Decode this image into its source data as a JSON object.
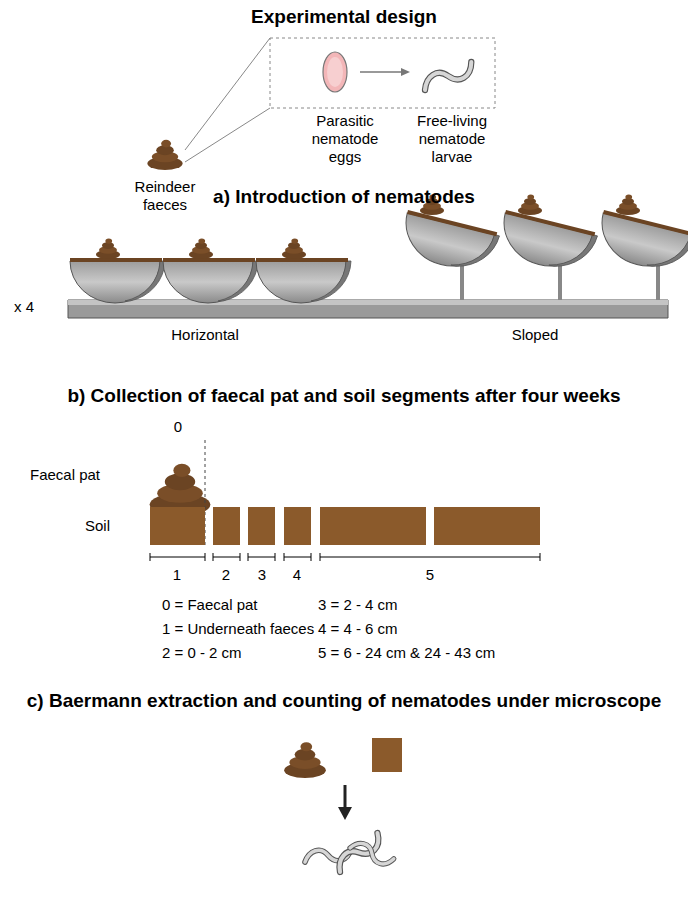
{
  "diagram": {
    "title": "Experimental design",
    "labels": [
      "Reindeer faeces",
      "Parasitic nematode eggs",
      "Free-living nematode larvae",
      "a) Introduction of nematodes",
      "x 4",
      "Horizontal",
      "Sloped",
      "b) Collection of faecal pat and soil segments after four weeks",
      "0",
      "Faecal pat",
      "Soil",
      "1",
      "2",
      "3",
      "4",
      "5",
      "0 = Faecal pat",
      "1 = Underneath faeces",
      "2 = 0 - 2 cm",
      "3 = 2 - 4 cm",
      "4 = 4 - 6 cm",
      "5 = 6 - 24 cm & 24 - 43 cm",
      "c) Baermann extraction and counting of nematodes under microscope"
    ]
  }
}
